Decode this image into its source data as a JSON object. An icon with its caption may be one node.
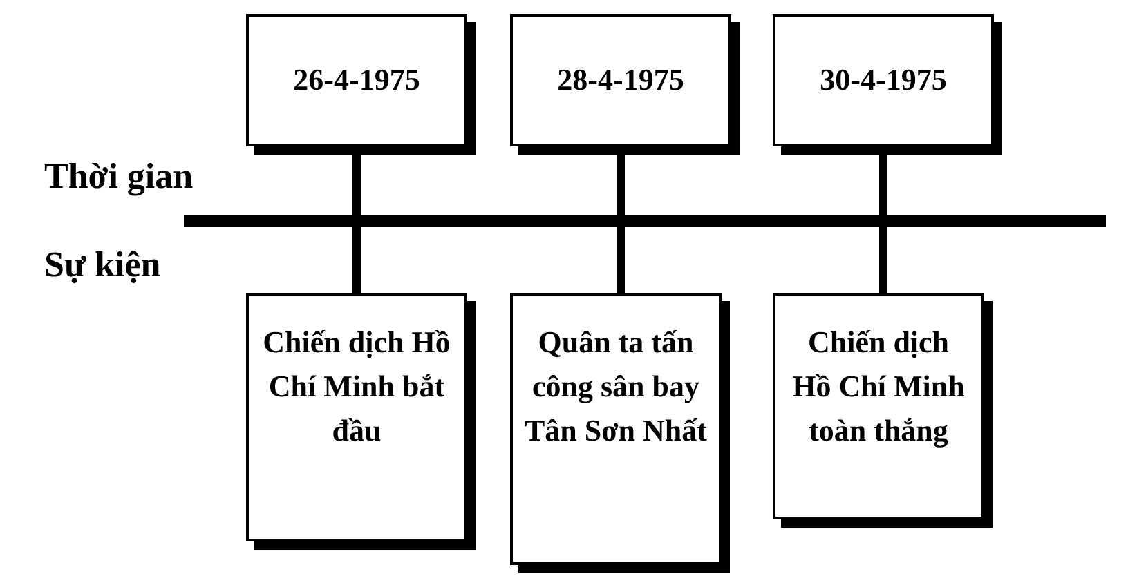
{
  "diagram": {
    "nodes": [
      {
        "text": [
          "26-4-1975"
        ]
      },
      {
        "text": [
          "28-4-1975"
        ]
      },
      {
        "text": [
          "30-4-1975"
        ]
      },
      {
        "text": [
          "Chiến dịch Hồ Chí Minh bắt đầu"
        ]
      },
      {
        "text": [
          "Quân ta tấn công sân bay Tân Sơn Nhất"
        ]
      },
      {
        "text": [
          "Chiến dịch Hồ Chí Minh toàn thắng"
        ]
      }
    ],
    "edges": [
      {
        "from": 0,
        "to": 3,
        "arrow": "none"
      },
      {
        "from": 1,
        "to": 4,
        "arrow": "none"
      },
      {
        "from": 2,
        "to": 5,
        "arrow": "none"
      }
    ],
    "labels": [
      "Thời gian",
      "Sự kiện"
    ]
  }
}
